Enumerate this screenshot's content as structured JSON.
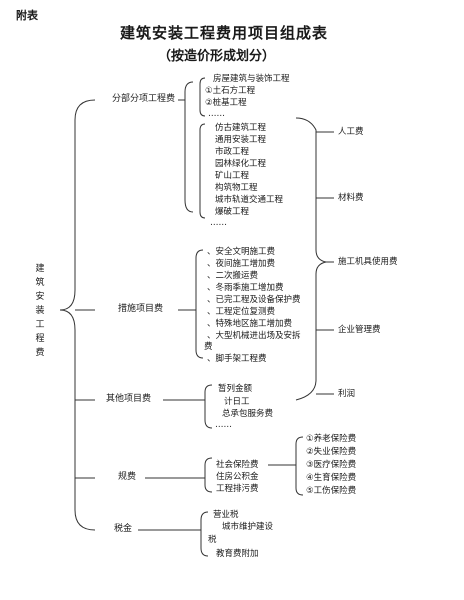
{
  "appendix_label": "附表",
  "title": "建筑安装工程费用项目组成表",
  "subtitle": "（按造价形成划分）",
  "root_label": "建筑安装工程费",
  "categories": {
    "fenbu": "分部分项工程费",
    "cuoshi": "措施项目费",
    "qita": "其他项目费",
    "guifei": "规费",
    "shuijin": "税金"
  },
  "fenbu_group1": [
    "房屋建筑与装饰工程",
    "①土石方工程",
    "②桩基工程",
    "……"
  ],
  "fenbu_group2": [
    "仿古建筑工程",
    "通用安装工程",
    "市政工程",
    "园林绿化工程",
    "矿山工程",
    "构筑物工程",
    "城市轨道交通工程",
    "爆破工程",
    "……"
  ],
  "cuoshi_items": [
    "、安全文明施工费",
    "、夜间施工增加费",
    "、二次搬运费",
    "、冬雨季施工增加费",
    "、已完工程及设备保护费",
    "、工程定位复测费",
    "、特殊地区施工增加费",
    "、大型机械进出场及安拆",
    "费",
    "、脚手架工程费"
  ],
  "qita_items": [
    "暂列金额",
    "计日工",
    "总承包服务费",
    "……"
  ],
  "guifei_items": [
    "社会保险费",
    "住房公积金",
    "工程排污费"
  ],
  "insurance_items": [
    "①养老保险费",
    "②失业保险费",
    "③医疗保险费",
    "④生育保险费",
    "⑤工伤保险费"
  ],
  "shuijin_items": [
    "营业税",
    "城市维护建设",
    "税",
    "教育费附加"
  ],
  "cost_elements": [
    "人工费",
    "材料费",
    "施工机具使用费",
    "企业管理费",
    "利润"
  ]
}
